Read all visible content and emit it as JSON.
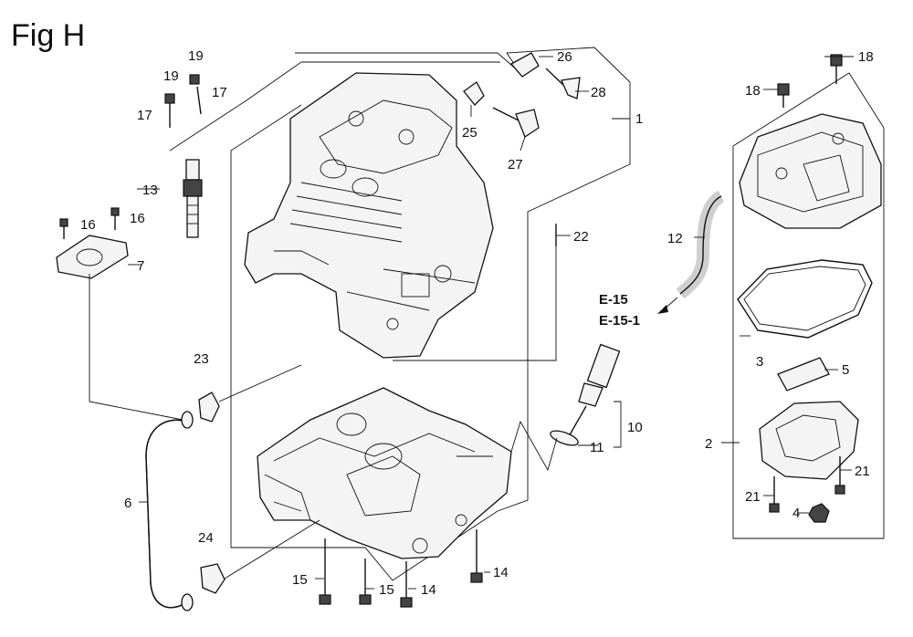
{
  "figure": {
    "title": "Fig H"
  },
  "references": [
    "E-15",
    "E-15-1"
  ],
  "callouts": [
    "1",
    "2",
    "3",
    "4",
    "5",
    "6",
    "7",
    "10",
    "11",
    "12",
    "13",
    "14",
    "14",
    "15",
    "15",
    "16",
    "16",
    "17",
    "17",
    "18",
    "18",
    "19",
    "19",
    "21",
    "21",
    "22",
    "23",
    "24",
    "25",
    "26",
    "27",
    "28"
  ]
}
